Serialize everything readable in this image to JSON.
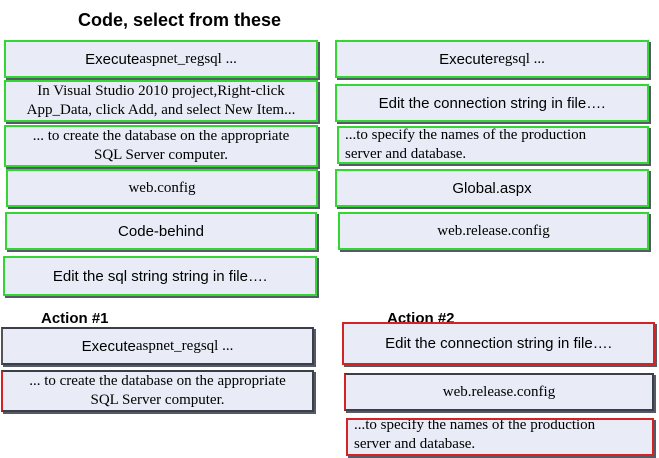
{
  "title": "Code, select from these",
  "choices_left": [
    {
      "prefix": "Execute ",
      "rest": "aspnet_regsql ..."
    },
    {
      "line1": "In Visual Studio 2010 project,Right-click",
      "line2": "App_Data, click Add, and select New Item..."
    },
    {
      "line1": "... to create the database on the appropriate",
      "line2": "SQL Server computer."
    },
    {
      "text": "web.config"
    },
    {
      "text": "Code-behind"
    },
    {
      "text": "Edit the sql string string in file…."
    }
  ],
  "choices_right": [
    {
      "prefix": "Execute ",
      "rest": "regsql ..."
    },
    {
      "text": "Edit the connection string in file…."
    },
    {
      "line1": "...to specify the names of the production",
      "line2": "server and database."
    },
    {
      "text": "Global.aspx"
    },
    {
      "text": "web.release.config"
    }
  ],
  "action1": {
    "label": "Action #1",
    "items": [
      {
        "prefix": "Execute ",
        "rest": "aspnet_regsql ..."
      },
      {
        "line1": "... to create the database on the appropriate",
        "line2": "SQL Server computer."
      }
    ]
  },
  "action2": {
    "label": "Action #2",
    "items": [
      {
        "text": "Edit the connection string in file…."
      },
      {
        "text": "web.release.config"
      },
      {
        "line1": "...to specify the names of the production",
        "line2": "server and database."
      }
    ]
  }
}
